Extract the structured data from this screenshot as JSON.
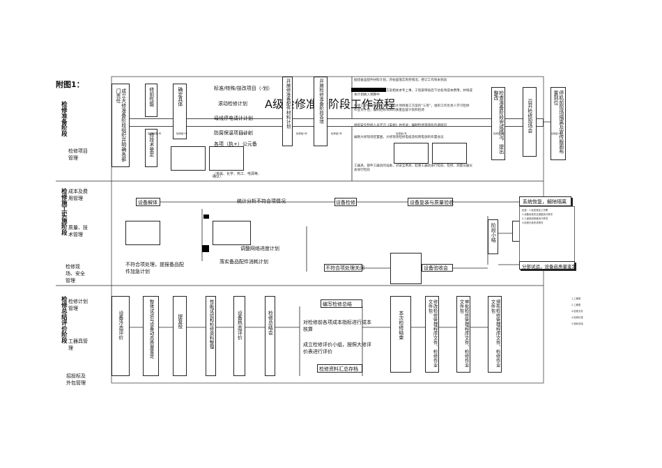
{
  "caption": "附图1：",
  "title": "A级检修准备阶段工作流程",
  "phases": {
    "prep": "检修准备阶段",
    "impl": "检修施工实施阶段",
    "summary": "检修总结评价阶段"
  },
  "rows": {
    "prep_project": "检修项目管理",
    "impl_cost": "成本及费用管理",
    "impl_quality": "质量、技术管理",
    "impl_safety": "检修现场、安全管理",
    "sum_plan": "检修计划管理",
    "sum_tools": "工器具管理",
    "sum_bid": "招投标及外包管理"
  },
  "prep": {
    "col1": "成立大修准备阶段组织并明确各部门责任",
    "col2": "修前性能",
    "col2b": "修技术鉴定",
    "col3": "确定具体",
    "col4_list": [
      "标准/特殊/技改项目（-划）",
      "滚动检修计划",
      "母线停电请计计划",
      "防腐保温项目计划",
      "各项（执+）公元备"
    ],
    "col4_note": "（金属、化学、热工、电源等、确认）",
    "col5": "开展修准备配件材料计划",
    "col6": "开展检修准备阶段各项",
    "right_text": [
      "据措备品配件材料计划，开始督落实到券情况，把订工作到本到具",
      "各项目前应检查项目及方案相关本专上事，工程部审核后下达各项成本费用，并将成本计划纳入预算中",
      "各级工程师编制检修文件，如大项目施工方案的“三卷”，组织工作负责人学习检修作业文件包；编制检修项目的质量监督计划和检修",
      "组织安全检修人员学习《安规》并考试；编制检修现场危险源辨识",
      "编制大修现场定置图，大修现场检修电缆及照明电源的布置会议",
      "工器具、部件工器具的准备，对安全用具、起重工器具进行检验、检修、测量仪器仪表进行检验"
    ],
    "col7": "检查准备阶段完成情况，提出整改",
    "col8": "召开检修现场会",
    "col9": "停机前现场隔离及宣传版面布置到位",
    "box_notes": [
      "检修组成1号",
      "检修组1号",
      "检修组1号",
      "检修组1号",
      "检修组1号",
      "检修组1号",
      "检修组1号",
      "检修组1号"
    ]
  },
  "impl": {
    "labels": [
      "设备解体",
      "统计分析不符合项情况",
      "设备检修",
      "设备复装与质量验收",
      "系统恢复，解除隔离",
      "调整网络进度计划",
      "落实备品配件消耗计划",
      "不符合项处理关闭",
      "设备验收会",
      "分部试运，设备启质量鉴定",
      "不符合项处理，提报备品配件加急计划"
    ],
    "stage": "阶段小结",
    "notes": [
      "检查：1.检查核实工作票",
      "2.设备系统安全措施执行情况",
      "3.三级验收制度执行情况",
      "4.检修记录完成情况"
    ]
  },
  "summary": {
    "cols": [
      "设备冷态评价",
      "整体试运与设备动态质量鉴定",
      "提复役",
      "性能试验和检修资料整理",
      "设备热态评价",
      "检修总结会"
    ],
    "labels": [
      "编写检修总结",
      "对检修前各项成本指标进行成本核算",
      "成立检修评价小组，按照大修评价表进行评价",
      "检修资料汇总存档"
    ],
    "final": [
      "本次检修结束",
      "修改检修管理程序文件、检修作业文件包",
      "审批检修管理程序文件、检修作业文件包",
      "颁布检修管理程序文件、检修作业文件包"
    ],
    "list": [
      "1.工期表",
      "2.工期表",
      "3.检修文件",
      "4.检修记录",
      "5.验收总结"
    ]
  }
}
